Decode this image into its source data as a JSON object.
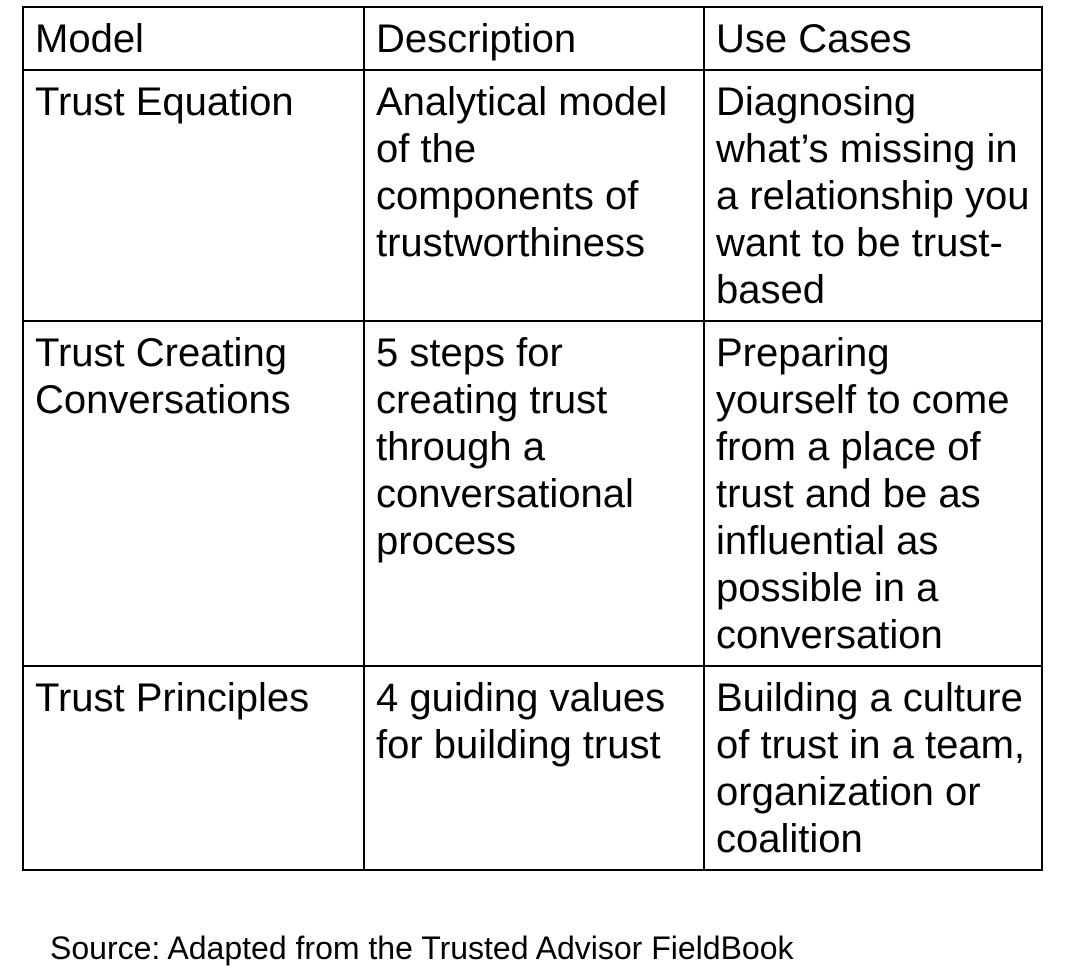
{
  "colors": {
    "text": "#000000",
    "border": "#000000",
    "background": "#ffffff"
  },
  "table": {
    "headers": [
      "Model",
      "Description",
      "Use Cases"
    ],
    "rows": [
      {
        "model": "Trust Equation",
        "description": "Analytical model\nof the\ncomponents of\ntrustworthiness",
        "use_cases": "Diagnosing\nwhat’s missing in\na relationship you\nwant to be trust-\nbased"
      },
      {
        "model": "Trust Creating\nConversations",
        "description": "5 steps for\ncreating trust\nthrough a\nconversational\nprocess",
        "use_cases": "Preparing\nyourself to come\nfrom a place of\ntrust and be as\ninfluential as\npossible in a\nconversation"
      },
      {
        "model": "Trust Principles",
        "description": "4 guiding values\nfor building trust",
        "use_cases": "Building a culture\nof trust in a team,\norganization or\ncoalition"
      }
    ]
  },
  "source_note": "Source: Adapted from the Trusted Advisor FieldBook"
}
